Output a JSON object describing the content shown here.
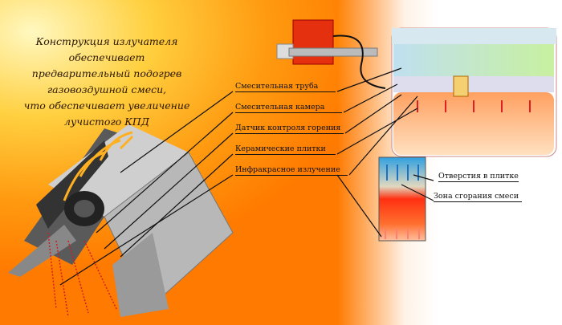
{
  "intro_lines": [
    "Конструкция излучателя обеспечивает",
    "предварительный подогрев",
    "газовоздушной смеси,",
    "что обеспечивает увеличение",
    "лучистого КПД"
  ],
  "labels": {
    "mixing_tube": "Смесительная труба",
    "mixing_chamber": "Смесительная камера",
    "combustion_sensor": "Датчик контроля горения",
    "ceramic_tiles": "Керамические плитки",
    "infrared": "Инфракрасное излучение",
    "tile_holes": "Отверстия в плитке",
    "combustion_zone": "Зона сгорания смеси"
  }
}
